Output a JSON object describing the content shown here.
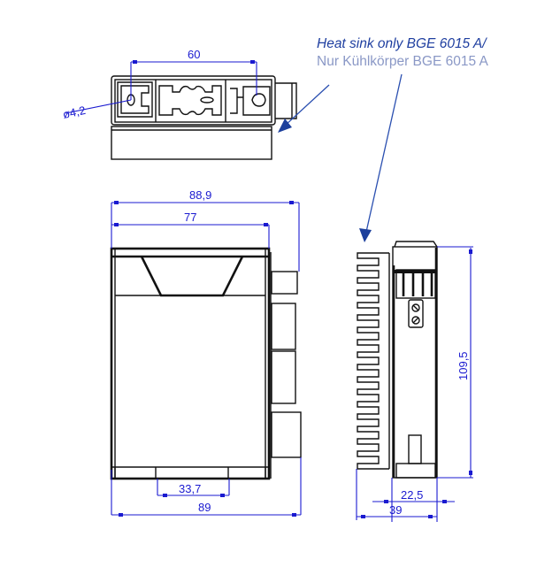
{
  "caption": {
    "line_en": "Heat sink only BGE 6015 A/",
    "line_de": "Nur Kühlkörper BGE 6015 A"
  },
  "top_view": {
    "dim_hole_spacing": "60",
    "dim_hole_diameter": "ø4,2"
  },
  "front_view": {
    "dim_overall_depth": "88,9",
    "dim_body_depth": "77",
    "dim_bottom_slot": "33,7",
    "dim_base_width": "89"
  },
  "side_view": {
    "dim_height": "109,5",
    "dim_body_width": "22,5",
    "dim_total_width": "39"
  },
  "colors": {
    "dimension": "#1a1ad0",
    "caption_en": "#1f3fa0",
    "caption_de": "#8a98c6",
    "outline": "#111111"
  }
}
